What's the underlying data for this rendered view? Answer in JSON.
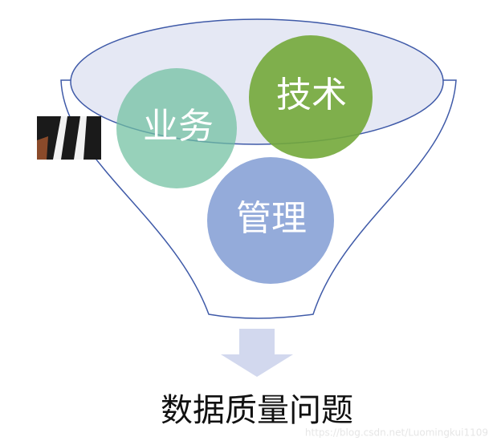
{
  "funnel": {
    "colors": {
      "outline": "#3f5aa8",
      "rim_fill": "#e5e8f4",
      "body_fill": "#ffffff",
      "arrow": "#d2d8ee"
    },
    "circles": [
      {
        "key": "business",
        "label": "业务",
        "color": "#6fbf9f",
        "opacity": 0.72
      },
      {
        "key": "technology",
        "label": "技术",
        "color": "#73a83a",
        "opacity": 0.9
      },
      {
        "key": "management",
        "label": "管理",
        "color": "#8ea6d8",
        "opacity": 0.95
      }
    ]
  },
  "caption": {
    "text": "数据质量问题"
  },
  "watermark": {
    "text": "https://blog.csdn.net/Luomingkui1109"
  },
  "thumbnail": {
    "icon": "zebra-stripes-thumbnail",
    "colors": [
      "#1a1a1a",
      "#f2f2f2",
      "#8a4a2a"
    ]
  }
}
